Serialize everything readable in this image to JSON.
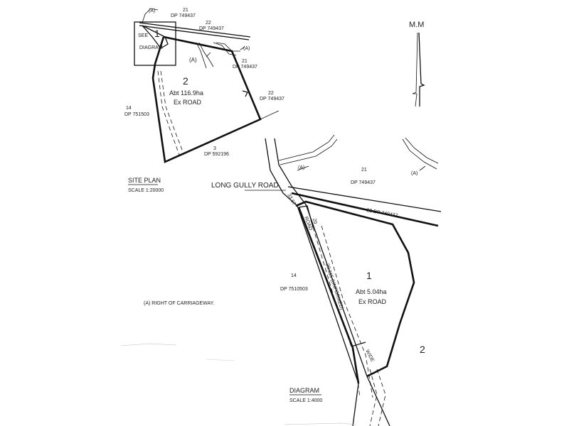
{
  "north": {
    "label": "M.M"
  },
  "site_plan": {
    "title": "SITE PLAN",
    "scale": "SCALE 1:20000",
    "see_diagram_line1": "SEE",
    "see_diagram_line2": "DIAGRAM",
    "lot1": "1",
    "lot2": "2",
    "lot2_area": "Abt 116.9ha",
    "lot2_desc": "Ex ROAD",
    "labels": {
      "a_top": "(A)",
      "a_mid": "(A)",
      "a_right": "(A)",
      "n21_top": "21",
      "dp_top": "DP 749437",
      "n22_top": "22",
      "dp_22_top": "DP 749437",
      "n21_right": "21",
      "dp_21_right": "DP 749437",
      "n22_right": "22",
      "dp_22_right": "DP 749437",
      "n14": "14",
      "dp_14": "DP 751503",
      "n3": "3",
      "dp_3": "DP 592196"
    }
  },
  "diagram": {
    "title": "DIAGRAM",
    "scale": "SCALE 1:4000",
    "road_name": "LONG GULLY ROAD",
    "lot1": "1",
    "lot1_area": "Abt 5.04ha",
    "lot1_desc": "Ex ROAD",
    "lot2": "2",
    "labels": {
      "a_left": "(A)",
      "a_right": "(A)",
      "n21": "21",
      "dp_21": "DP 749437",
      "n22_dp": "22        DP 749437",
      "n14": "14",
      "dp_14": "DP 7510503",
      "dim_3367": "33.67",
      "dim_20": "20",
      "road": "ROAD",
      "road_unformed": "20.115  (UNFORMED)",
      "wide": "WIDE"
    }
  },
  "legend": {
    "carriageway": "(A)  RIGHT OF CARRIAGEWAY."
  }
}
